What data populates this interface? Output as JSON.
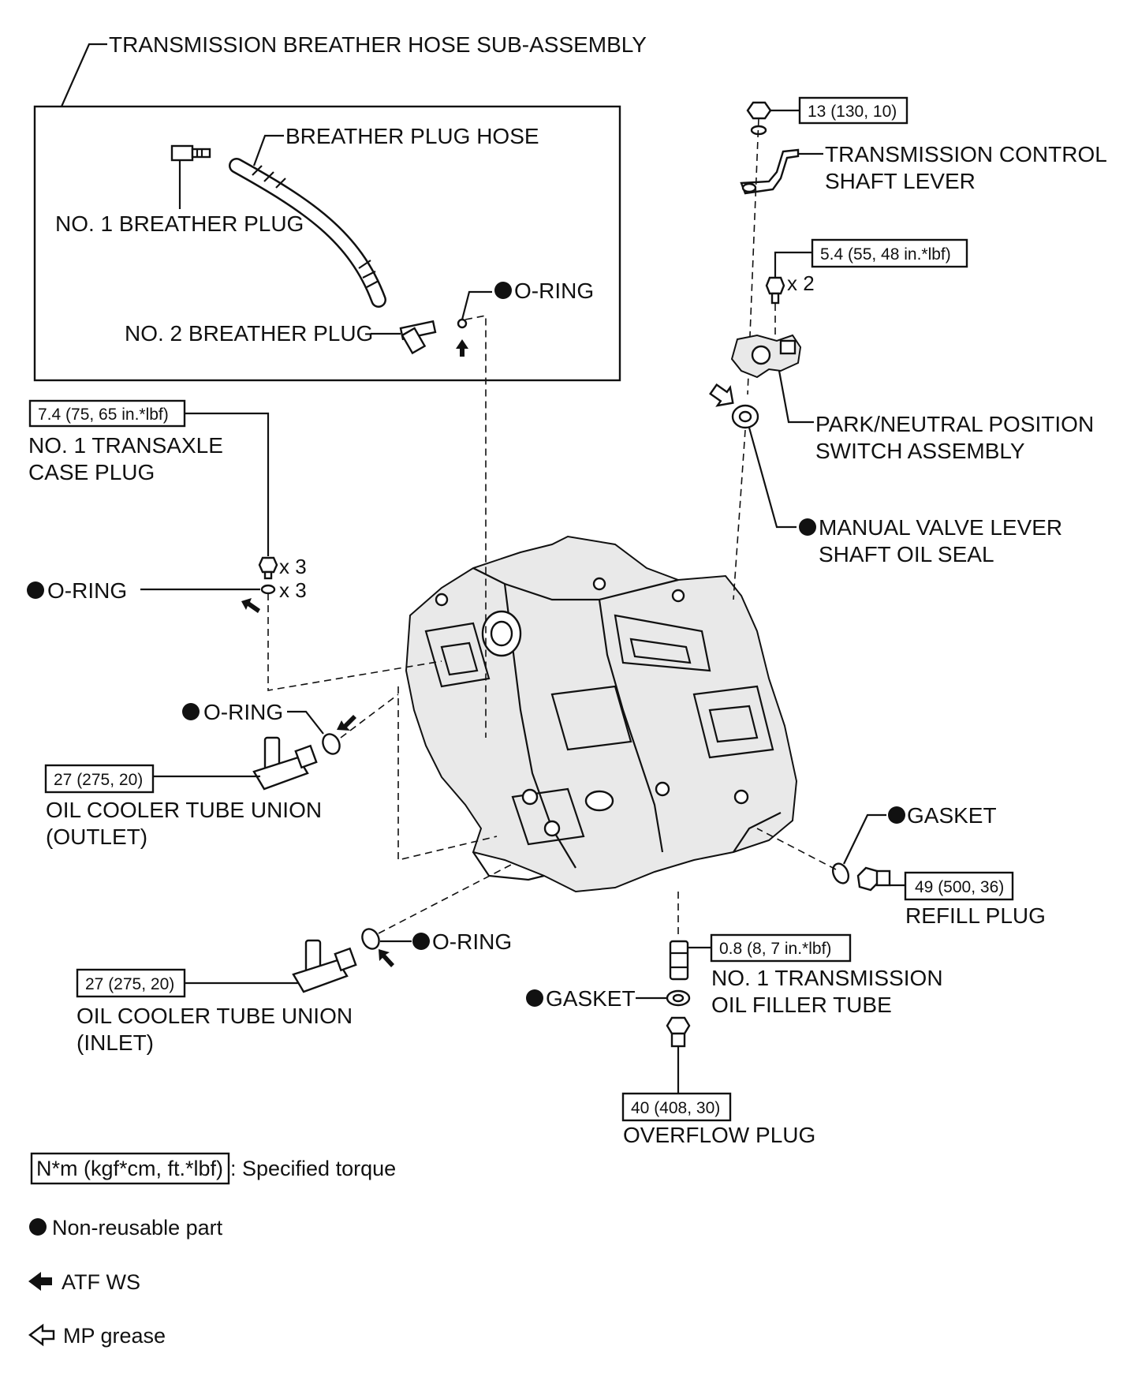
{
  "labels": {
    "breather_hose_subassembly": "TRANSMISSION BREATHER HOSE SUB-ASSEMBLY",
    "breather_plug_hose": "BREATHER PLUG HOSE",
    "no1_breather_plug": "NO. 1 BREATHER PLUG",
    "no2_breather_plug": "NO. 2 BREATHER PLUG",
    "o_ring": "O-RING",
    "control_shaft_lever_1": "TRANSMISSION CONTROL",
    "control_shaft_lever_2": "SHAFT LEVER",
    "pn_switch_1": "PARK/NEUTRAL POSITION",
    "pn_switch_2": "SWITCH ASSEMBLY",
    "manual_valve_seal_1": "MANUAL VALVE LEVER",
    "manual_valve_seal_2": "SHAFT OIL SEAL",
    "case_plug_1": "NO. 1 TRANSAXLE",
    "case_plug_2": "CASE PLUG",
    "union_outlet_1": "OIL COOLER TUBE UNION",
    "union_outlet_2": "(OUTLET)",
    "union_inlet_1": "OIL COOLER TUBE UNION",
    "union_inlet_2": "(INLET)",
    "gasket": "GASKET",
    "refill_plug": "REFILL PLUG",
    "filler_tube_1": "NO. 1 TRANSMISSION",
    "filler_tube_2": "OIL FILLER TUBE",
    "overflow_plug": "OVERFLOW PLUG"
  },
  "quantities": {
    "x2": "x 2",
    "x3": "x 3"
  },
  "torques": {
    "control_lever_nut": "13 (130, 10)",
    "pn_switch_bolt": "5.4 (55, 48 in.*lbf)",
    "case_plug": "7.4 (75, 65 in.*lbf)",
    "union_outlet": "27 (275, 20)",
    "union_inlet": "27 (275, 20)",
    "refill_plug": "49 (500, 36)",
    "filler_tube": "0.8 (8, 7 in.*lbf)",
    "overflow_plug": "40 (408, 30)"
  },
  "legend": {
    "torque_box": "N*m (kgf*cm, ft.*lbf)",
    "torque_text": ": Specified torque",
    "non_reusable": "Non-reusable part",
    "atf_ws": "ATF WS",
    "mp_grease": "MP grease"
  }
}
